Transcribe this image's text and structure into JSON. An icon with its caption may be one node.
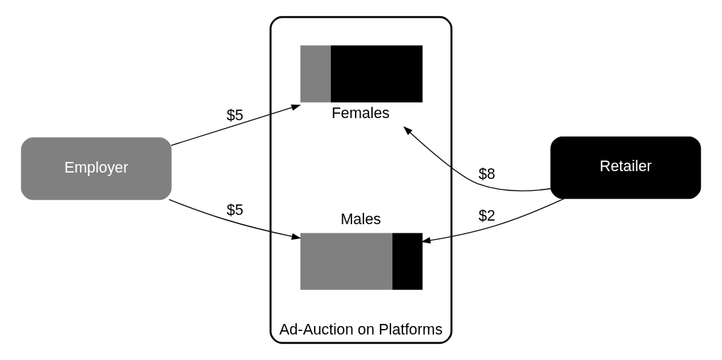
{
  "diagram": {
    "nodes": [
      {
        "text": [
          "Ad-Auction on Platforms"
        ]
      },
      {
        "text": [
          "Females"
        ],
        "in": 0
      },
      {
        "text": [
          "Males"
        ],
        "in": 0
      },
      {
        "text": [
          "Employer"
        ]
      },
      {
        "text": [
          "Retailer"
        ]
      }
    ],
    "edges": [
      {
        "from": 3,
        "to": 1,
        "arrow": "to",
        "label": "$5"
      },
      {
        "from": 3,
        "to": 2,
        "arrow": "to",
        "label": "$5"
      },
      {
        "from": 4,
        "to": 1,
        "arrow": "to",
        "label": "$8"
      },
      {
        "from": 4,
        "to": 2,
        "arrow": "to",
        "label": "$2"
      }
    ]
  }
}
